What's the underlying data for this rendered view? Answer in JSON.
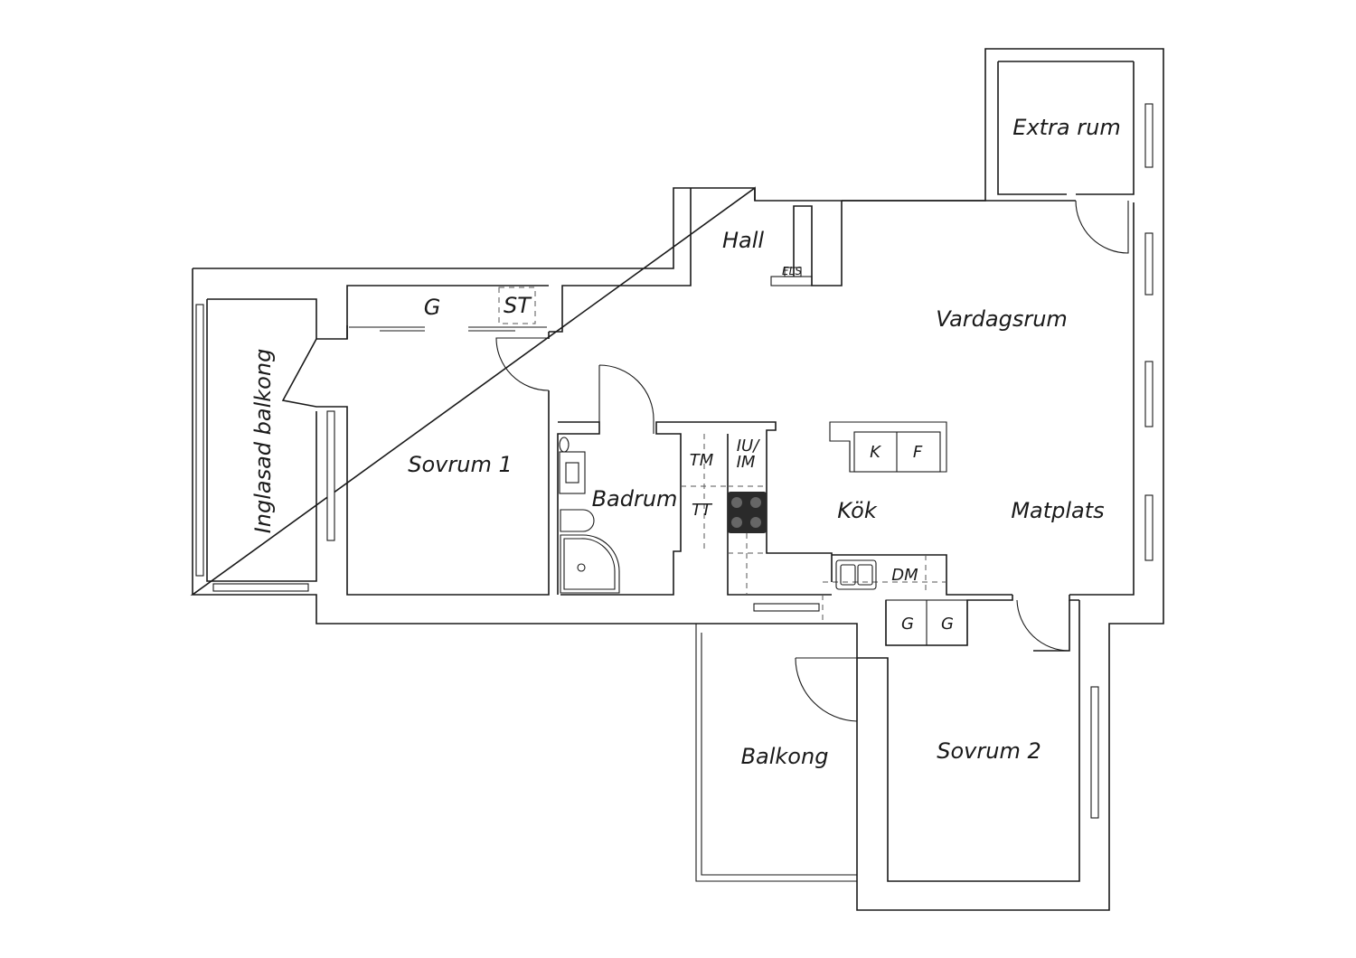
{
  "rooms": {
    "extra_rum": "Extra rum",
    "hall": "Hall",
    "vardagsrum": "Vardagsrum",
    "sovrum1": "Sovrum 1",
    "inglasad_balkong": "Inglasad balkong",
    "badrum": "Badrum",
    "kok": "Kök",
    "matplats": "Matplats",
    "balkong": "Balkong",
    "sovrum2": "Sovrum 2"
  },
  "fixtures": {
    "g_wardrobe_hall": "G",
    "st": "ST",
    "els": "ELS",
    "tm": "TM",
    "tt": "TT",
    "iu": "IU/",
    "im": "IM",
    "k": "K",
    "f": "F",
    "dm": "DM",
    "g1": "G",
    "g2": "G"
  }
}
